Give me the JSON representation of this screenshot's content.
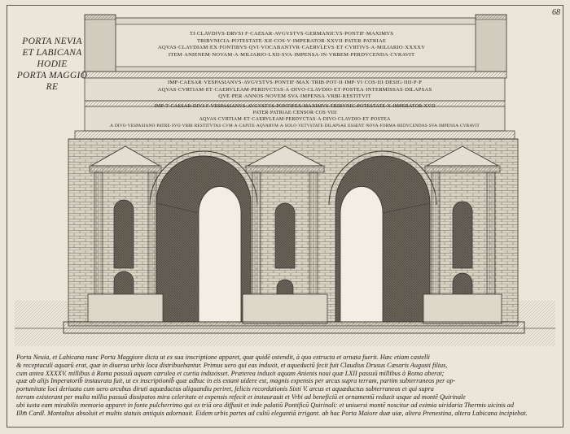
{
  "page_number": "68",
  "title_lines": [
    "PORTA NEVIA",
    "ET LABICANA",
    "HODIE",
    "PORTA MAGGIO",
    "RE"
  ],
  "inscriptions": {
    "top": [
      "TI·CLAVDIVS·DRVSI·F·CAESAR·AVGVSTVS·GERMANICVS·PONTIF·MAXIMVS",
      "TRIBVNICIA·POTESTATE·XII·COS·V·IMPERATOR·XXVII·PATER·PATRIAE",
      "AQVAS·CLAVDIAM·EX·FONTIBVS·QVI·VOCABANTVR·CAERVLEVS·ET·CVRTIVS·A·MILIARIO·XXXXV",
      "ITEM·ANIENEM·NOVAM·A·MILIARIO·LXII·SVA·IMPENSA·IN·VRBEM·PERDVCENDA·CVRAVIT"
    ],
    "middle": [
      "IMP·CAESAR·VESPASIANVS·AVGVSTVS·PONTIF·MAX·TRIB·POT·II·IMP·VI·COS·III·DESIG·IIII·P·P",
      "AQVAS·CVRTIAM·ET·CAERVLEAM·PERDVCTAS·A·DIVO·CLAVDIO·ET·POSTEA·INTERMISSAS·DILAPSAS",
      "QVE·PER·ANNOS·NOVEM·SVA·IMPENSA·VRBI·RESTITVIT"
    ],
    "bottom": [
      "IMP·T·CAESAR·DIVI·F·VESPASIANVS·AVGVSTVS·PONTIFEX·MAXIMVS·TRIBVNIC·POTESTATE·X·IMPERATOR·XVII",
      "PATER·PATRIAE·CENSOR·COS·VIII",
      "AQVAS·CVRTIAM·ET·CAERVLEAM·PERDVCTAS·A·DIVO·CLAVDIO·ET·POSTEA",
      "A·DIVO·VESPASIANO·PATRE·SVO·VRBI·RESTITVTAS·CVM·A·CAPITE·AQVARVM·A·SOLO·VETVSTATE·DILAPSAE·ESSENT·NOVA·FORMA·REDVCENDAS·SVA·IMPENSA·CVRAVIT"
    ]
  },
  "caption_lines": [
    "Porta Neuia, et Labicana nunc Porta Maggiore dicta ut ex sua inscriptione apparet, quæ quidē ostendit, à quo extructa et ornata fuerit. Hæc etiam castelli",
    "& receptaculi aquarū erat, quæ in diuersa urbis loca distribuebantur. Primus uero qui eas induxit, et aqueductū fecit fuit Claudius Drusus Cæsaris Augusti filius,",
    "cum antea XXXXV. millibus à Roma passuū aquam cærulea et curtia induxisset. Præterea induxit aquam Anienis noui quæ LXII passuū millibus à Roma aberat;",
    "quæ ab alijs Imperatorib̄ instaurata fuit, ut ex inscriptionib̄ quæ adhuc in eis extant uidere est, magnis expensis per arcus supra terram, partim subterraneos per op-",
    "portunitate loci deriuata cum uero arcubus diruti aquæductus aliquandiu periret, felicis recordationis Sixti V. arcus et aquæductus subterraneos et qui supra",
    "terram existerant per multa millia passuū dissipatos mira celeritate et expensis refecit et instaurauit et Vrbi ad beneficiū et ornamentū reduxit usque ad montē Quirinale",
    "ubi iuxta eam mirabilis memoria apparet in fonte pulcherrimo qui ex triā ora diffusit et inde palatiū Pontificū Quirinali: et uniuersi montē noscitur ad eximia uiridaria Thermis uicinis ad",
    "Illm̄ Cardl. Montaltus absoluit et multis statuis antiquis adornauit. Eidem urbis partes ad cultū elegantiā irrigant. ab hac Porta Maiore duæ uiæ, altera Prenestina, altera Labicana incipiebat."
  ]
}
